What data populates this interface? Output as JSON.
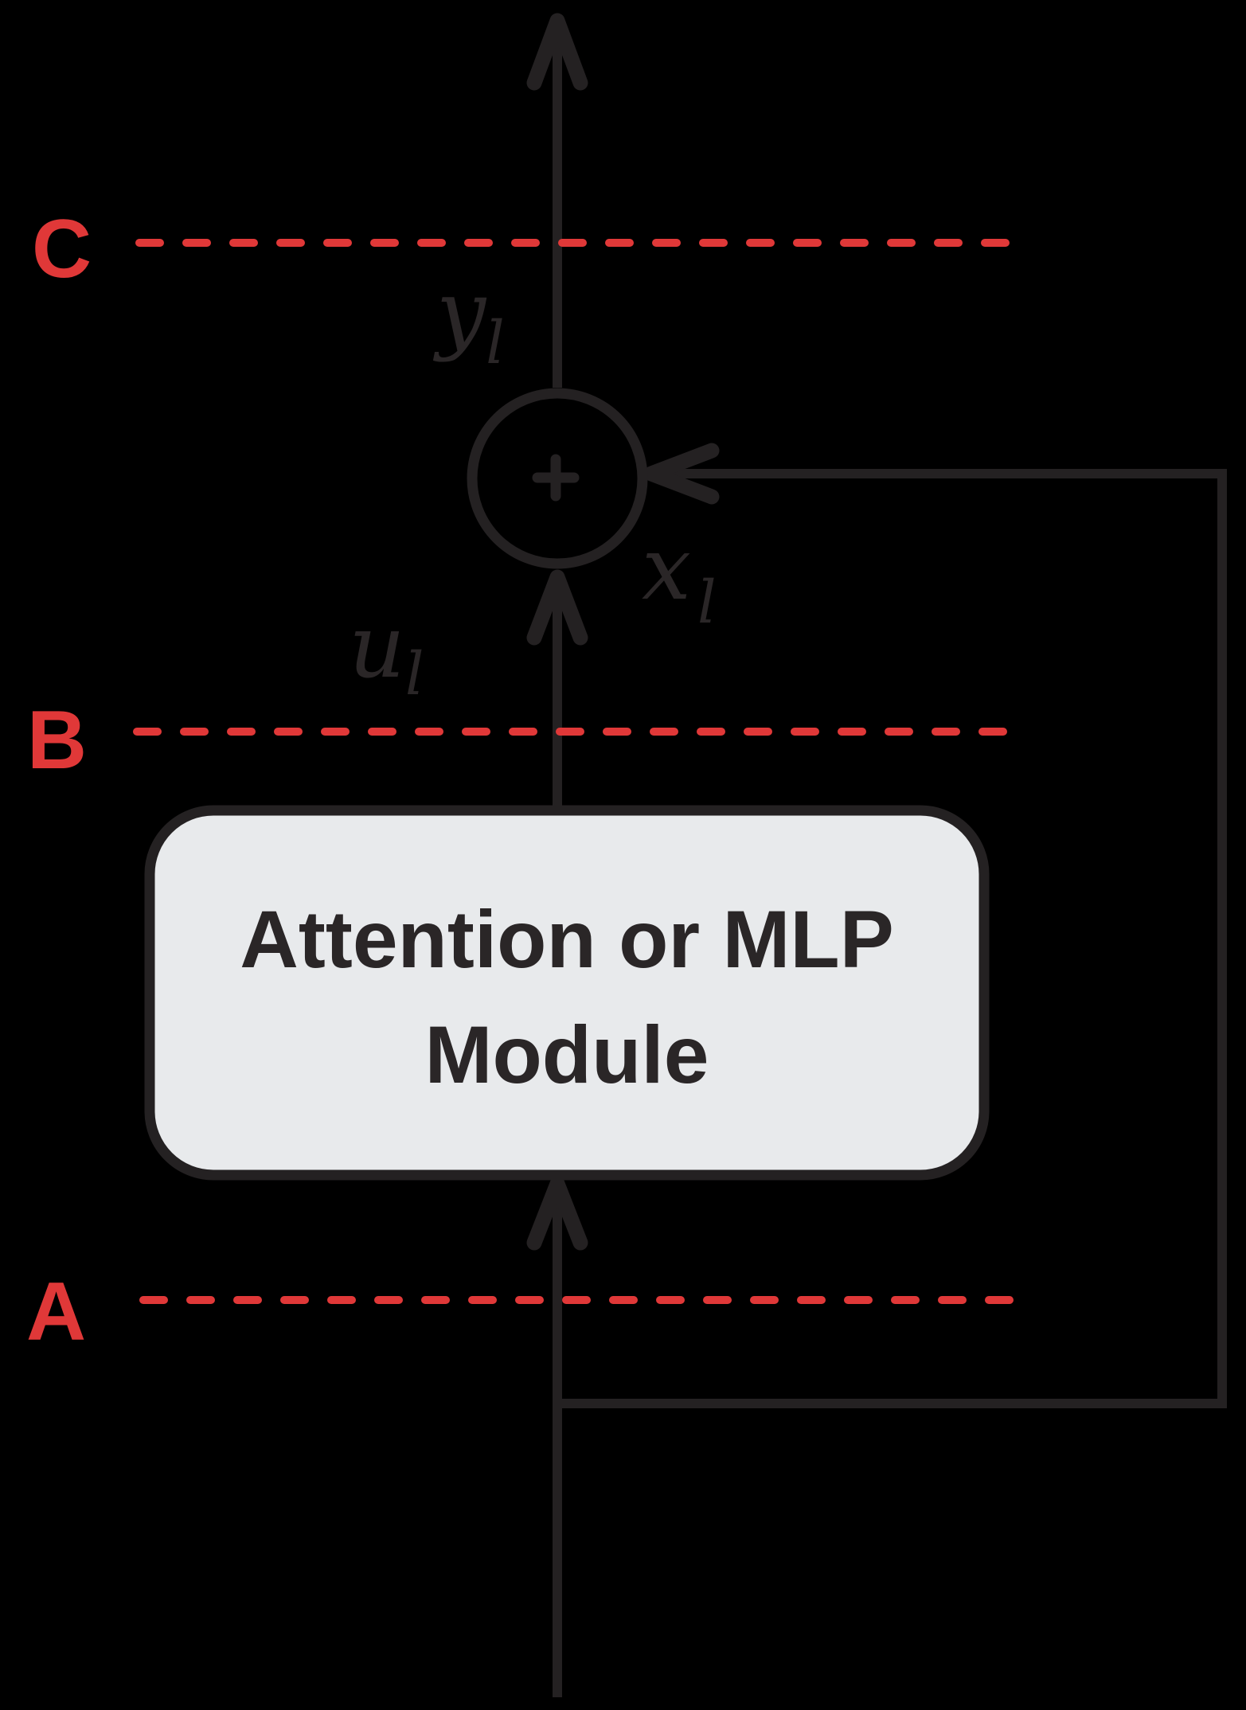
{
  "colors": {
    "background": "#000000",
    "line": "#242122",
    "accent_red": "#e03838",
    "box_fill": "#e8eaec",
    "box_text": "#2a2627"
  },
  "probes": {
    "c": {
      "label": "C"
    },
    "b": {
      "label": "B"
    },
    "a": {
      "label": "A"
    }
  },
  "module": {
    "line1": "Attention or MLP",
    "line2": "Module"
  },
  "signals": {
    "y": {
      "base": "y",
      "sub": "l"
    },
    "x": {
      "base": "x",
      "sub": "l"
    },
    "u": {
      "base": "u",
      "sub": "l"
    }
  },
  "nodes": {
    "sum_symbol": "+"
  }
}
